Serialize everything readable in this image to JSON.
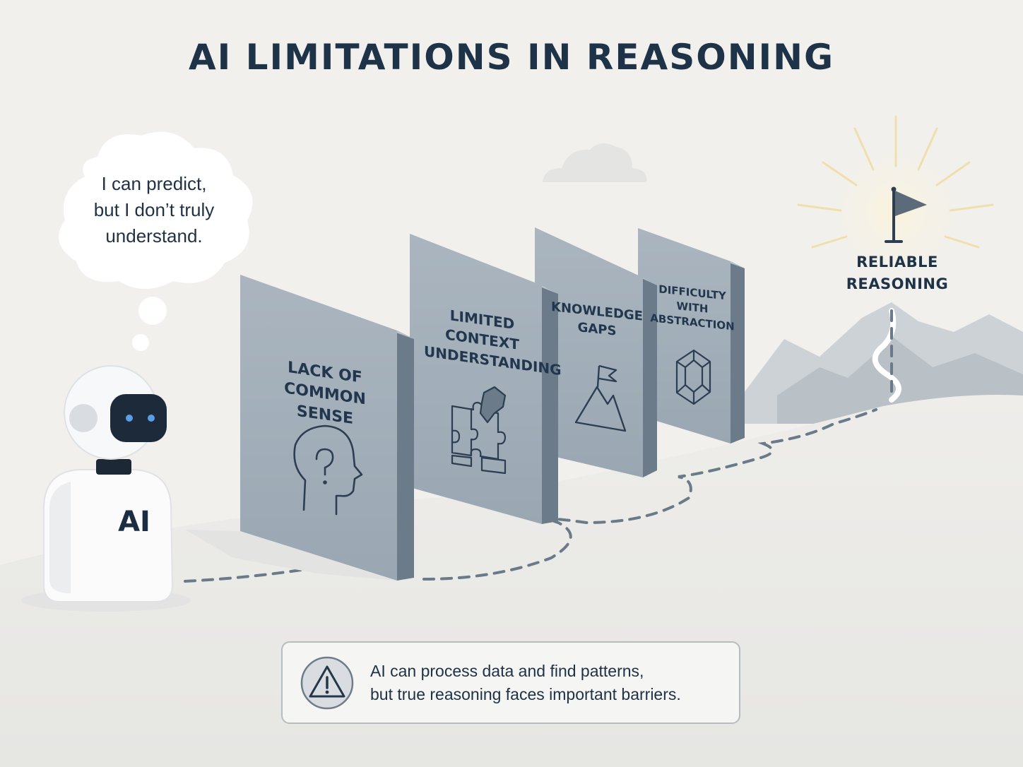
{
  "title": "AI LIMITATIONS IN REASONING",
  "thought_bubble": {
    "line1": "I can predict,",
    "line2": "but I don’t truly",
    "line3": "understand."
  },
  "robot": {
    "chest_label": "AI"
  },
  "barriers": [
    {
      "label": "LACK OF\nCOMMON SENSE",
      "icon": "head-question-icon"
    },
    {
      "label": "LIMITED\nCONTEXT\nUNDERSTANDING",
      "icon": "puzzle-icon"
    },
    {
      "label": "KNOWLEDGE\nGAPS",
      "icon": "mountain-flag-icon"
    },
    {
      "label": "DIFFICULTY\nWITH\nABSTRACTION",
      "icon": "cube-icon"
    }
  ],
  "goal": {
    "line1": "RELIABLE",
    "line2": "REASONING",
    "icon": "flag-icon"
  },
  "note": {
    "icon": "warning-icon",
    "line1": "AI can process data and find patterns,",
    "line2": "but true reasoning faces important barriers."
  },
  "colors": {
    "background": "#f1f0ed",
    "wall_front": "#a7b3bd",
    "wall_side": "#6f7f8d",
    "text_dark": "#1e3348",
    "path": "#6a7a88"
  }
}
